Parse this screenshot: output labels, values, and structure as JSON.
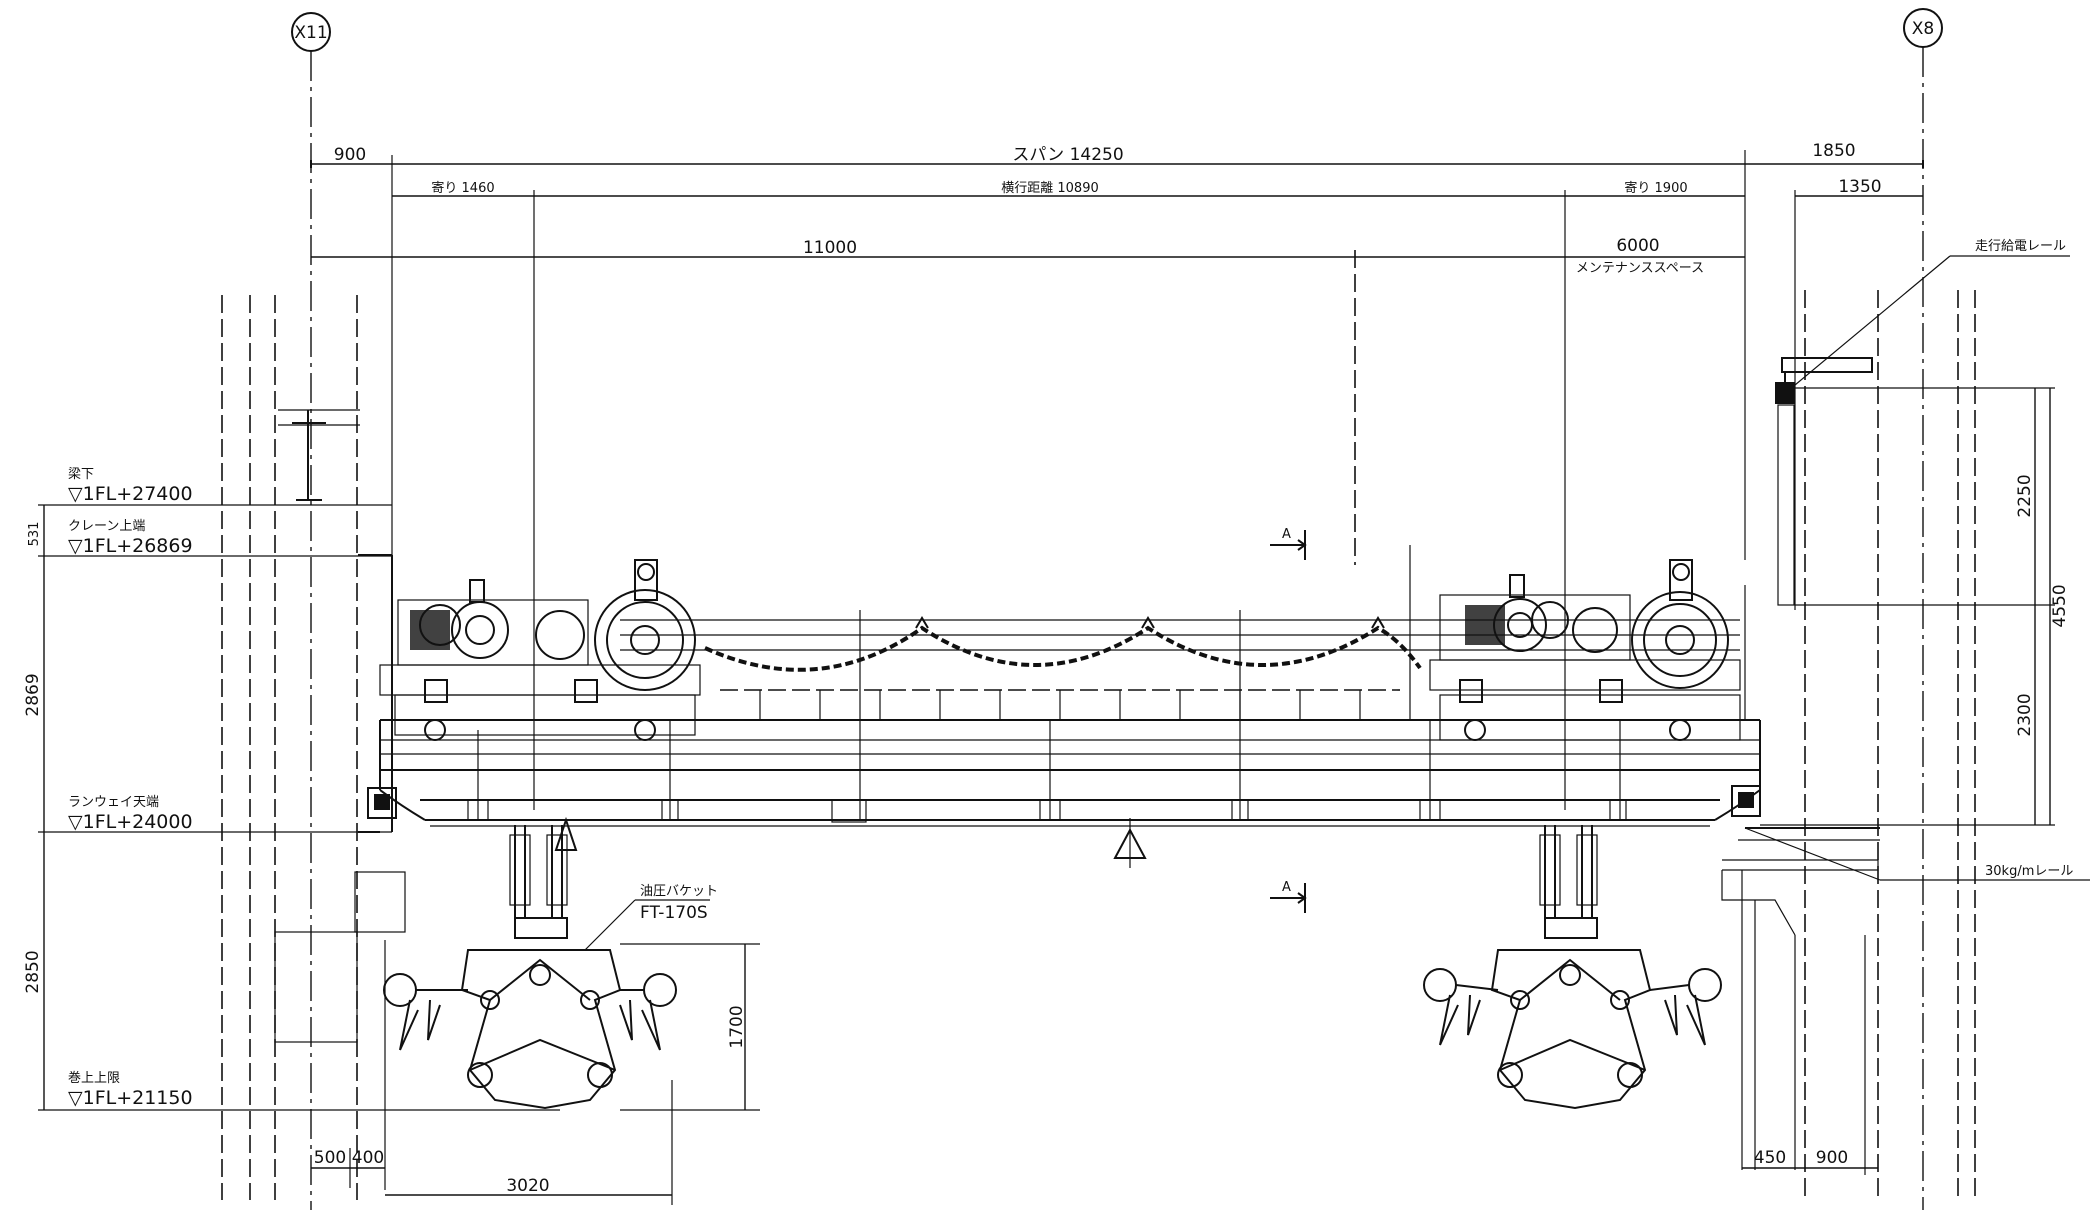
{
  "grid": {
    "left": "X11",
    "right": "X8"
  },
  "dims_top": {
    "d900": "900",
    "span": "スパン 14250",
    "d1850": "1850",
    "yori_left": "寄り 1460",
    "travel": "横行距離 10890",
    "yori_right": "寄り 1900",
    "d1350": "1350",
    "d11000": "11000",
    "d6000": "6000",
    "maint": "メンテナンススペース"
  },
  "levels": [
    {
      "name": "梁下",
      "value": "▽1FL+27400"
    },
    {
      "name": "クレーン上端",
      "value": "▽1FL+26869"
    },
    {
      "name": "ランウェイ天端",
      "value": "▽1FL+24000"
    },
    {
      "name": "巻上上限",
      "value": "▽1FL+21150"
    }
  ],
  "dims_left": {
    "d531": "531",
    "d2869": "2869",
    "d2850": "2850"
  },
  "dims_right": {
    "d2250": "2250",
    "d4550": "4550",
    "d2300": "2300",
    "d1700": "1700"
  },
  "dims_bottom": {
    "d500": "500",
    "d400": "400",
    "d3020": "3020",
    "d450": "450",
    "d900b": "900"
  },
  "labels": {
    "rail_power": "走行給電レール",
    "bucket": "油圧バケット",
    "bucket_model": "FT-170S",
    "rail": "30kg/mレール",
    "section": "A"
  }
}
